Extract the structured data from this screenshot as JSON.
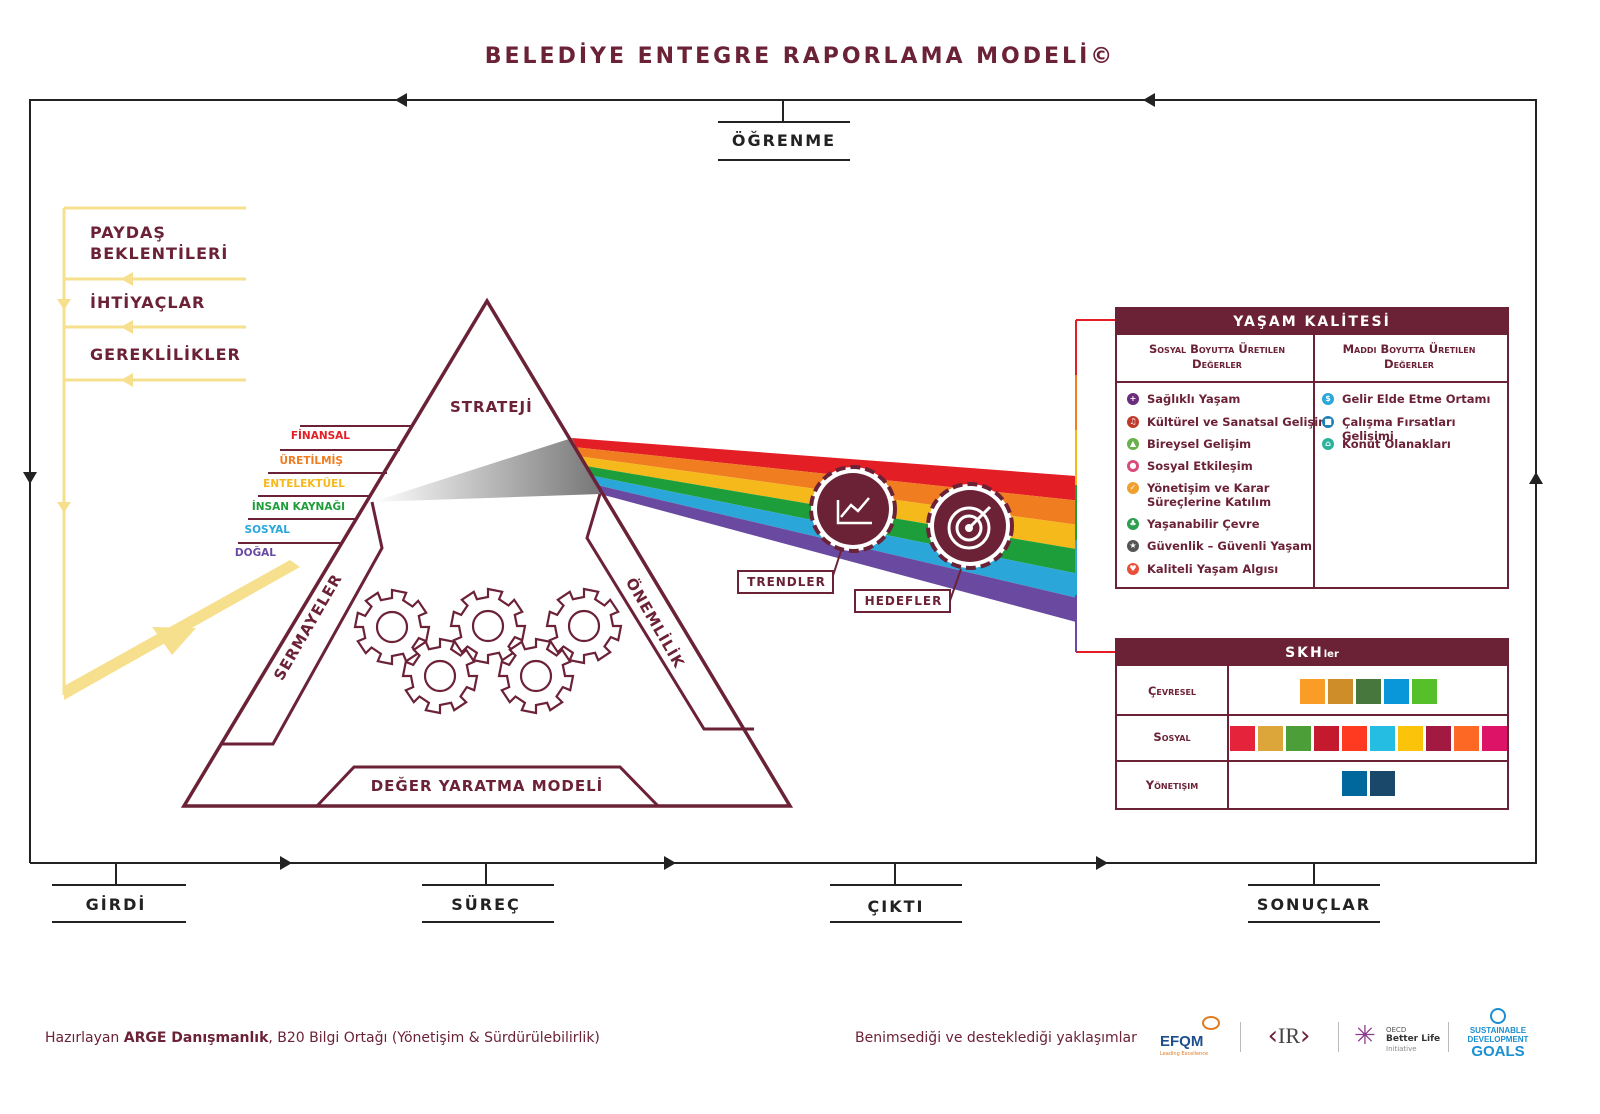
{
  "title": "BELEDİYE ENTEGRE RAPORLAMA MODELİ©",
  "loop_label": "ÖĞRENME",
  "stages": [
    "GİRDİ",
    "SÜREÇ",
    "ÇIKTI",
    "SONUÇLAR"
  ],
  "stakeholder": {
    "expectations": "PAYDAŞ BEKLENTİLERİ",
    "needs": "İHTİYAÇLAR",
    "requirements": "GEREKLİLİKLER"
  },
  "capitals": [
    {
      "label": "FİNANSAL",
      "color": "#e31e24"
    },
    {
      "label": "ÜRETİLMİŞ",
      "color": "#f07d1f"
    },
    {
      "label": "ENTELEKTÜEL",
      "color": "#f5b91c"
    },
    {
      "label": "İNSAN KAYNAĞI",
      "color": "#1e9e3a"
    },
    {
      "label": "SOSYAL",
      "color": "#2aa7d8"
    },
    {
      "label": "DOĞAL",
      "color": "#6a4aa0"
    }
  ],
  "triangle": {
    "strategy": "STRATEJİ",
    "capitals": "SERMAYELER",
    "materiality": "ÖNEMLİLİK",
    "value_model": "DEĞER YARATMA MODELİ"
  },
  "trends": "TRENDLER",
  "targets": "HEDEFLER",
  "quality": {
    "title": "YAŞAM KALİTESİ",
    "social_header": "Sosyal Boyutta Üretilen Değerler",
    "material_header": "Maddi Boyutta Üretilen Değerler",
    "social_items": [
      {
        "label": "Sağlıklı Yaşam",
        "color": "#6b2d7b"
      },
      {
        "label": "Kültürel ve Sanatsal Gelişim",
        "color": "#c0392b"
      },
      {
        "label": "Bireysel Gelişim",
        "color": "#6ab04c"
      },
      {
        "label": "Sosyal Etkileşim",
        "color": "#d94c7a"
      },
      {
        "label": "Yönetişim ve Karar Süreçlerine Katılım",
        "color": "#f0a030"
      },
      {
        "label": "Yaşanabilir Çevre",
        "color": "#2e9e4f"
      },
      {
        "label": "Güvenlik – Güvenli Yaşam",
        "color": "#555555"
      },
      {
        "label": "Kaliteli Yaşam Algısı",
        "color": "#e8503a"
      }
    ],
    "material_items": [
      {
        "label": "Gelir Elde Etme Ortamı",
        "color": "#2aa7d8"
      },
      {
        "label": "Çalışma Fırsatları Gelişimi",
        "color": "#1e7fb8"
      },
      {
        "label": "Konut Olanakları",
        "color": "#2bb39a"
      }
    ]
  },
  "sdg": {
    "title": "SKH",
    "title_suffix": "ler",
    "rows": [
      {
        "label": "Çevresel",
        "goals": [
          "#f99d26",
          "#cf8d2a",
          "#48773e",
          "#0a97d9",
          "#56c02b"
        ]
      },
      {
        "label": "Sosyal",
        "goals": [
          "#e5243b",
          "#dda63a",
          "#4c9f38",
          "#c5192d",
          "#ff3a21",
          "#26bde2",
          "#fcc30b",
          "#a21942",
          "#fd6925",
          "#dd1367"
        ]
      },
      {
        "label": "Yönetişim",
        "goals": [
          "#00689d",
          "#19486a"
        ]
      }
    ]
  },
  "footer": {
    "prepared_prefix": "Hazırlayan",
    "prepared_by": "ARGE Danışmanlık",
    "prepared_suffix": ",  B20 Bilgi Ortağı (Yönetişim & Sürdürülebilirlik)",
    "adopted": "Benimsediği ve desteklediği yaklaşımlar",
    "logos": {
      "efqm": "EFQM",
      "efqm_sub": "Leading Excellence",
      "ir": "IR",
      "oecd_1": "OECD",
      "oecd_2": "Better Life",
      "oecd_3": "Initiative",
      "sdg_1": "SUSTAINABLE",
      "sdg_2": "DEVELOPMENT",
      "sdg_3": "GOALS"
    }
  },
  "colors": {
    "primary": "#6b2237",
    "stakeholder_arrow": "#f6e08e"
  }
}
